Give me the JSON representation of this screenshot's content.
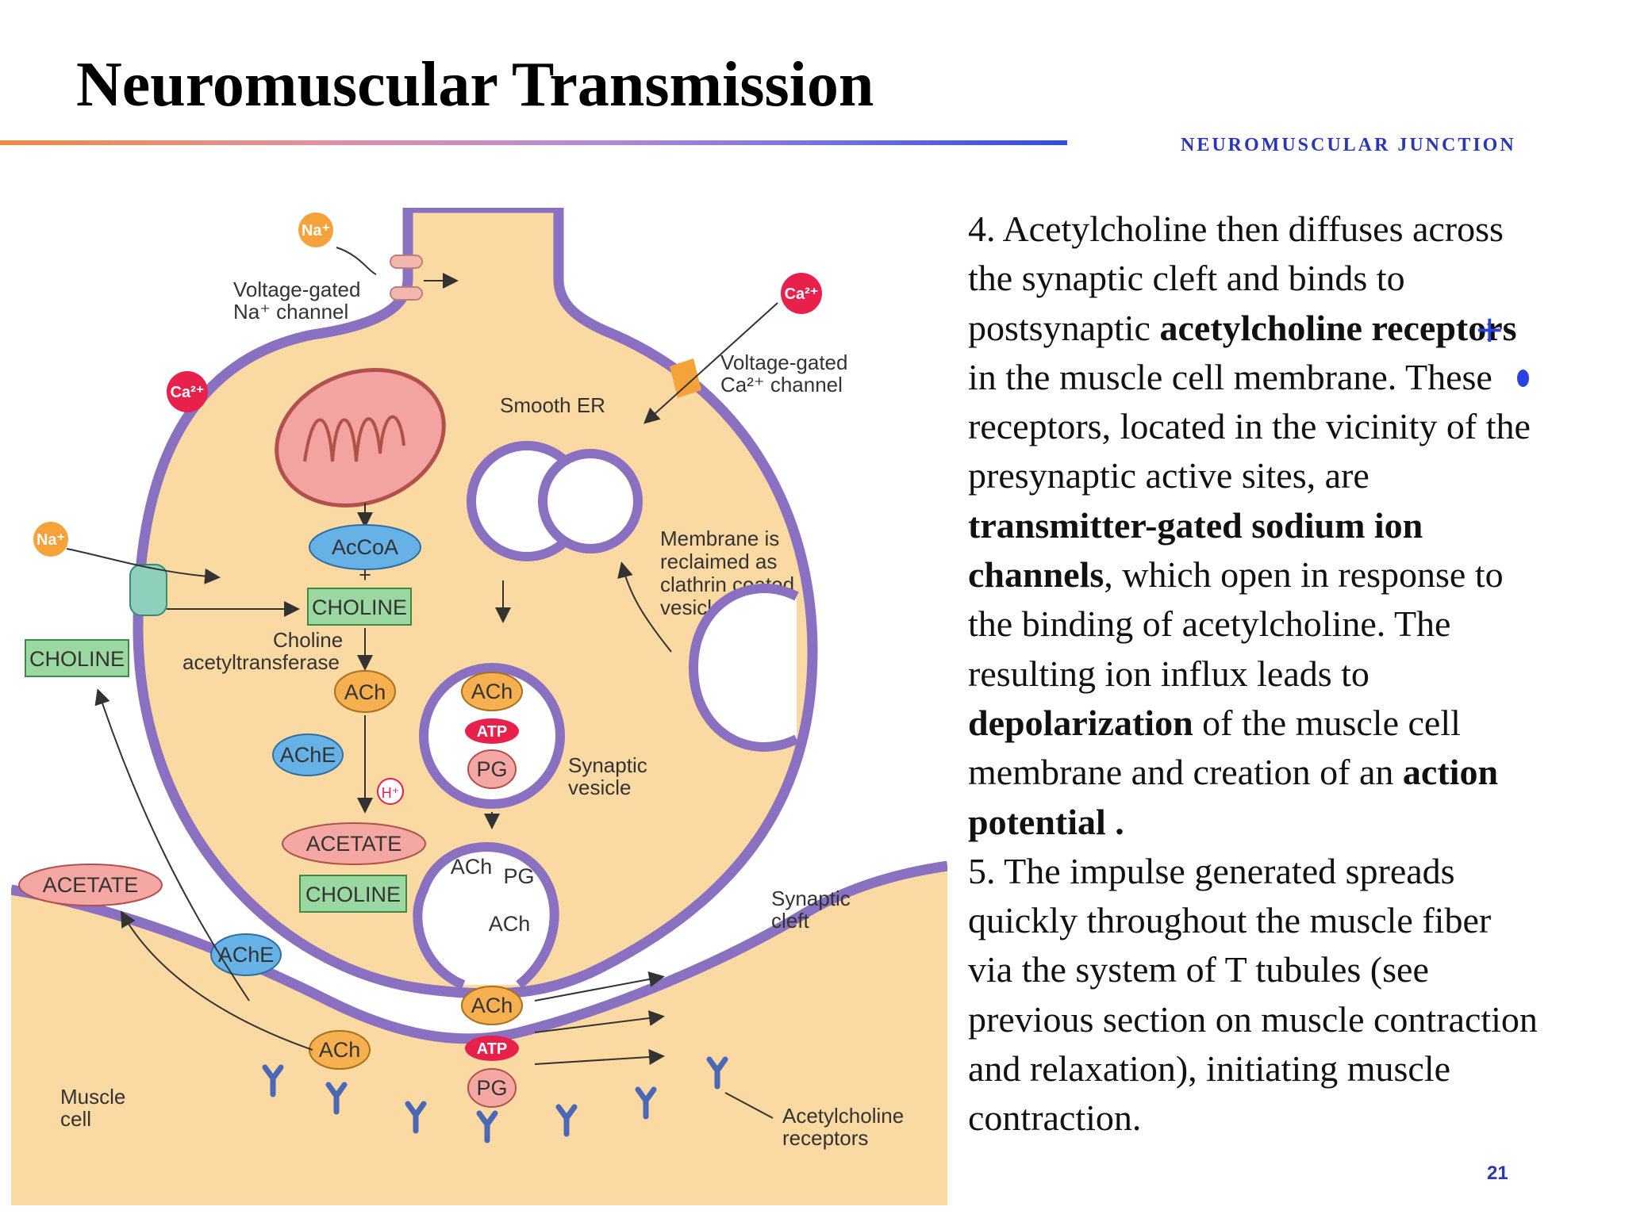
{
  "slide": {
    "title": "Neuromuscular Transmission",
    "section": "NEUROMUSCULAR JUNCTION",
    "page_number": "21"
  },
  "colors": {
    "cytoplasm": "#fbd9a3",
    "membrane": "#8a70c0",
    "accent_blue": "#2737b8",
    "choline_box": "#9bd7a0",
    "ach_oval": "#f6b04f",
    "acoa_oval": "#66b1e6",
    "acetate_oval": "#f5a7a3",
    "ion_red": "#e8204c",
    "ion_orange": "#f6a23b"
  },
  "diagram": {
    "labels": {
      "na_channel_1": "Voltage-gated",
      "na_channel_2": "Na⁺ channel",
      "ca_channel_1": "Voltage-gated",
      "ca_channel_2": "Ca²⁺ channel",
      "smooth_er": "Smooth ER",
      "reclaim_1": "Membrane is",
      "reclaim_2": "reclaimed as",
      "reclaim_3": "clathrin coated",
      "reclaim_4": "vesicle",
      "choline_at_1": "Choline",
      "choline_at_2": "acetyltransferase",
      "synaptic_vesicle_1": "Synaptic",
      "synaptic_vesicle_2": "vesicle",
      "synaptic_cleft_1": "Synaptic",
      "synaptic_cleft_2": "cleft",
      "muscle_cell_1": "Muscle",
      "muscle_cell_2": "cell",
      "ach_receptors_1": "Acetylcholine",
      "ach_receptors_2": "receptors"
    },
    "molecules": {
      "acoa": "AcCoA",
      "plus": "+",
      "choline": "CHOLINE",
      "ach": "ACh",
      "ache": "AChE",
      "acetate": "ACETATE",
      "atp": "ATP",
      "pg": "PG",
      "h_ion": "H⁺",
      "na_ion": "Na⁺",
      "ca_ion": "Ca²⁺"
    }
  },
  "text": {
    "p4_a": "4. Acetylcholine then diffuses across the synaptic cleft and binds to postsynaptic ",
    "p4_b": "acetylcholine receptors",
    "p4_c": " in the muscle cell membrane. These receptors, located in the vicinity of the presynaptic active sites, are ",
    "p4_d": "transmitter-gated sodium ion channels",
    "p4_e": ", which open in response to the binding of acetylcholine. The resulting ion influx leads to ",
    "p4_f": "depolarization",
    "p4_g": " of the muscle cell membrane and creation of an ",
    "p4_h": "action potential .",
    "p5": "5. The impulse generated spreads quickly throughout the muscle fiber via the system of T tubules (see previous section on muscle contraction and relaxation), initiating muscle contraction.",
    "plus_mark": "+"
  }
}
